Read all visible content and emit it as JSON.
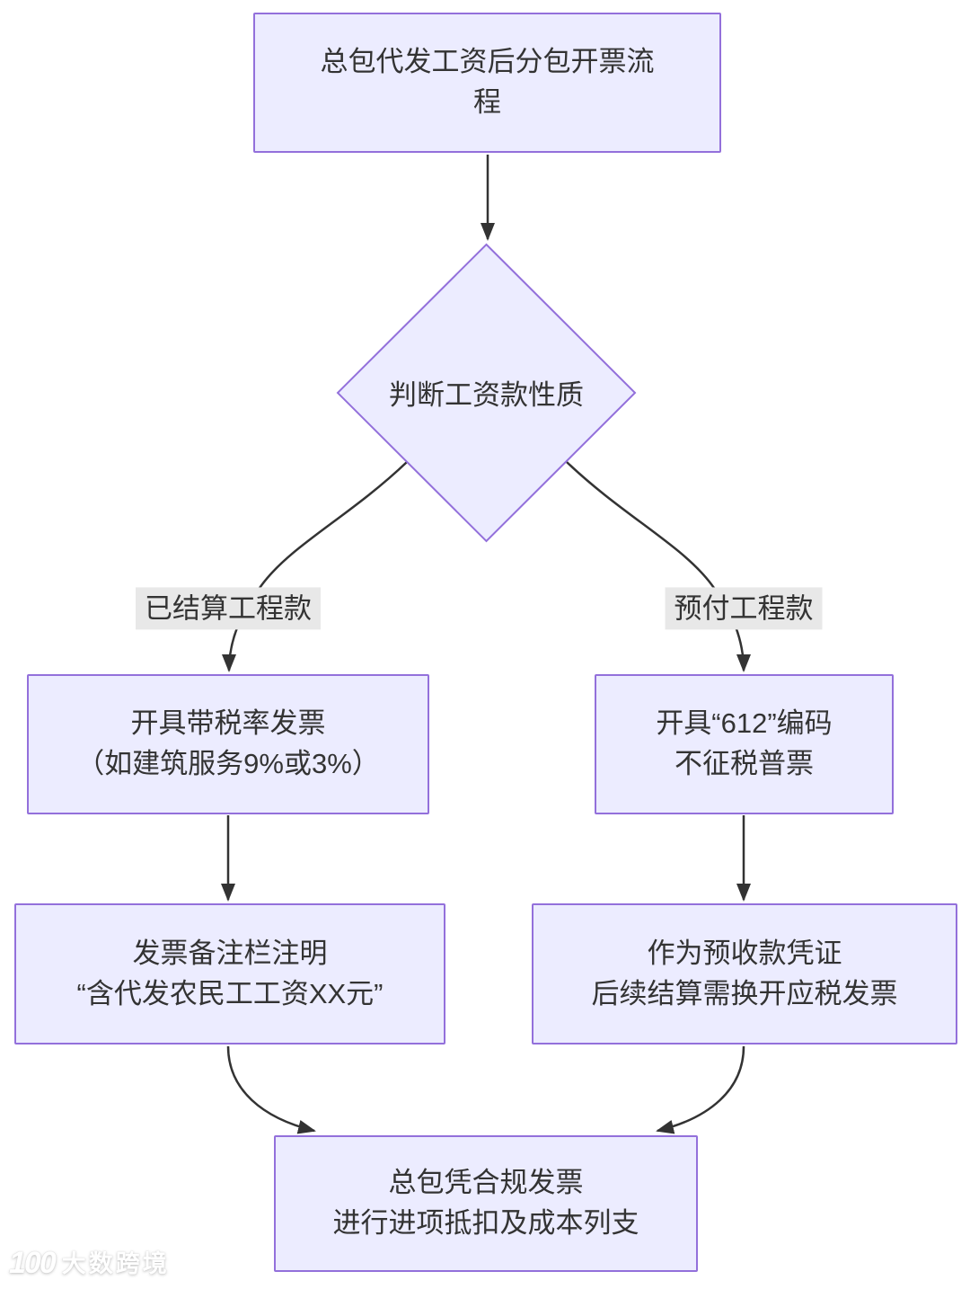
{
  "flowchart": {
    "colors": {
      "background": "#ffffff",
      "node_fill": "#ECECFF",
      "node_border": "#9370DB",
      "edge_color": "#333333",
      "edge_label_bg": "#e8e8e8",
      "text": "#333333"
    },
    "nodes": {
      "title": {
        "lines": [
          "总包代发工资后分包开票流",
          "程"
        ]
      },
      "decision": {
        "label": "判断工资款性质"
      },
      "settled_invoice": {
        "lines": [
          "开具带税率发票",
          "（如建筑服务9%或3%）"
        ]
      },
      "prepaid_invoice": {
        "lines": [
          "开具“612”编码",
          "不征税普票"
        ]
      },
      "remark": {
        "lines": [
          "发票备注栏注明",
          "“含代发农民工工资XX元”"
        ]
      },
      "voucher": {
        "lines": [
          "作为预收款凭证",
          "后续结算需换开应税发票"
        ]
      },
      "final": {
        "lines": [
          "总包凭合规发票",
          "进行进项抵扣及成本列支"
        ]
      }
    },
    "edge_labels": {
      "settled": "已结算工程款",
      "prepaid": "预付工程款"
    },
    "watermark": {
      "logo": "100",
      "text": "大数跨境"
    }
  }
}
